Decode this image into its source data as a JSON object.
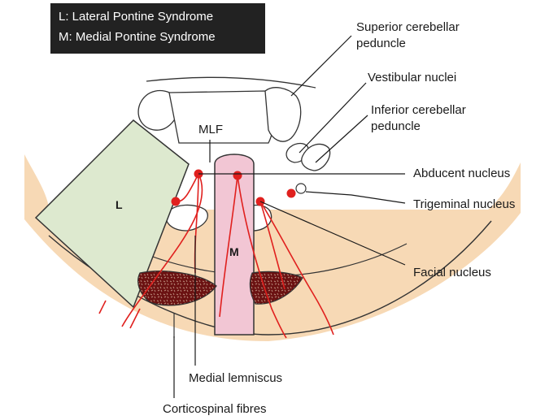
{
  "legend": {
    "lateral": "L: Lateral Pontine Syndrome",
    "medial": "M: Medial Pontine Syndrome"
  },
  "zones": {
    "lateral_letter": "L",
    "medial_letter": "M"
  },
  "labels": {
    "mlf": "MLF",
    "superior_cerebellar_1": "Superior cerebellar",
    "superior_cerebellar_2": "peduncle",
    "vestibular": "Vestibular nuclei",
    "inferior_cerebellar_1": "Inferior cerebellar",
    "inferior_cerebellar_2": "peduncle",
    "abducent": "Abducent nucleus",
    "trigeminal": "Trigeminal nucleus",
    "facial": "Facial nucleus",
    "medial_lemniscus": "Medial lemniscus",
    "corticospinal": "Corticospinal fibres"
  },
  "colors": {
    "lateral_zone": "#dde9cf",
    "medial_zone": "#f2c6d4",
    "tegmentum": "#f7d9b5",
    "nerve": "#e0201e",
    "corticospinal_fill": "#6b1212",
    "outline": "#333333"
  }
}
